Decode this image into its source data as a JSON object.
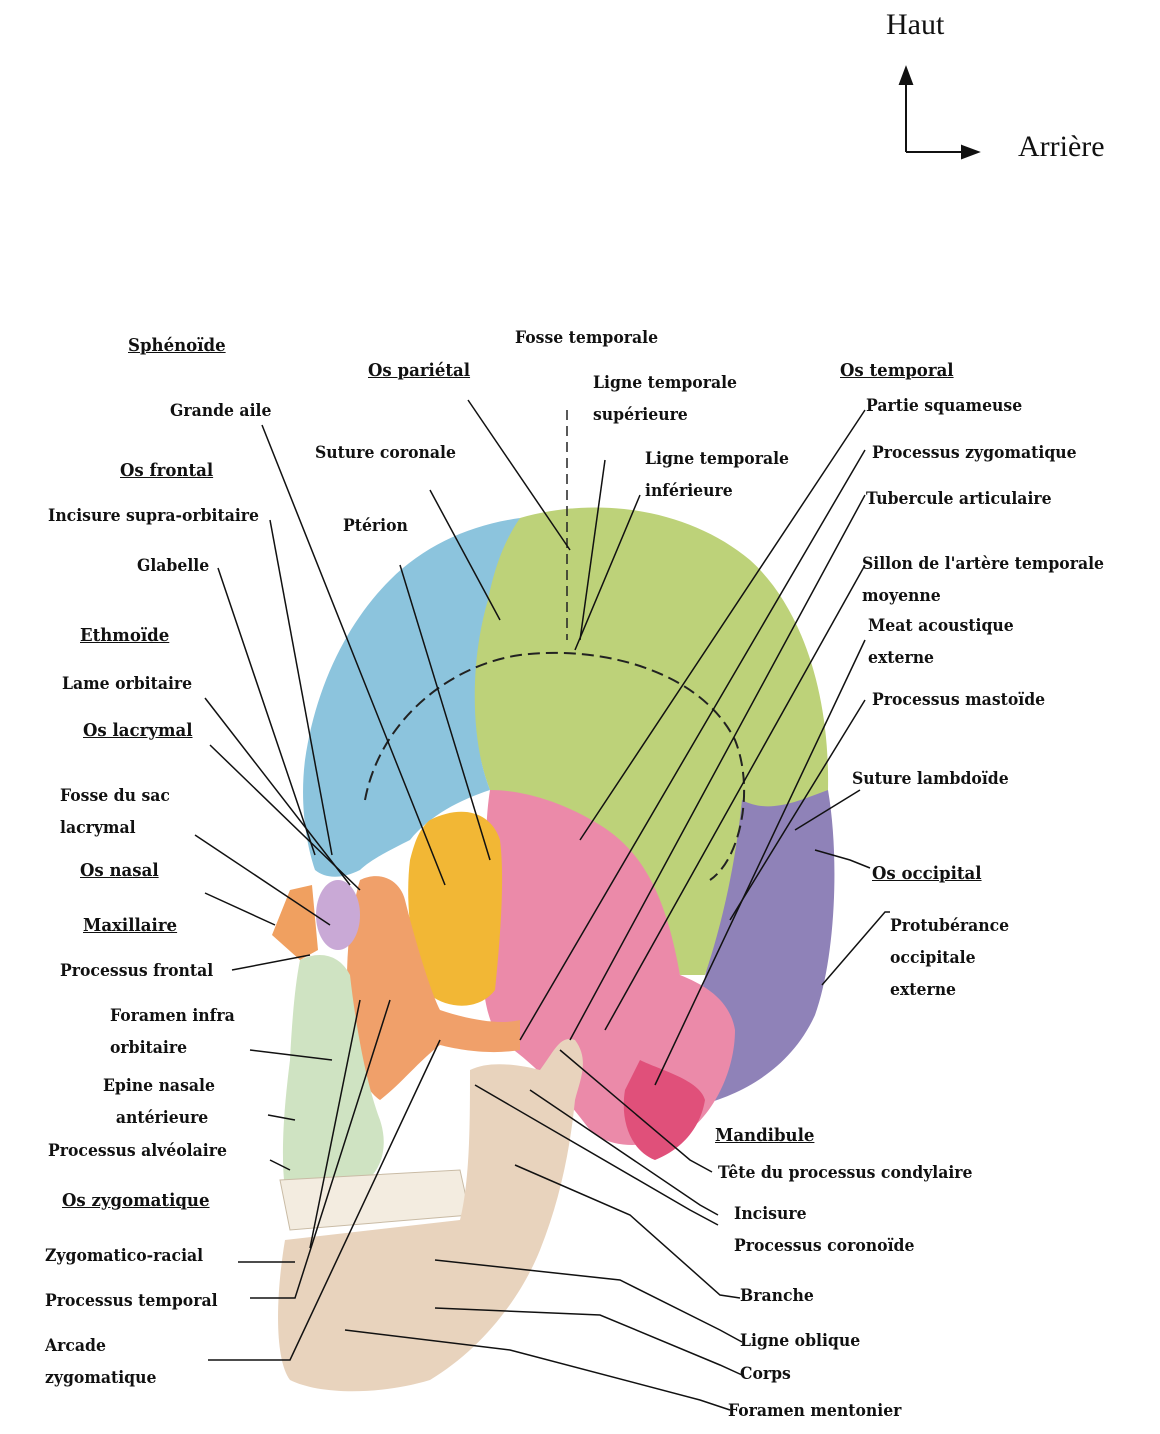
{
  "orientation": {
    "up": "Haut",
    "right": "Arrière"
  },
  "colors": {
    "frontal": "#8cc4dd",
    "parietal": "#bdd279",
    "temporal": "#eb8aa9",
    "occipital": "#8f82b8",
    "sphenoid": "#f2b735",
    "zygomatic": "#f0a06a",
    "maxilla": "#cfe3c2",
    "mandible": "#e8d3bd",
    "nasal": "#f0a060",
    "lacrimal_ethmoid": "#c9a9d6"
  },
  "labels": {
    "sphenoide": "Sphénoïde",
    "grande_aile": "Grande aile",
    "os_frontal": "Os frontal",
    "incisure_supra": "Incisure supra-orbitaire",
    "glabelle": "Glabelle",
    "ethmoide": "Ethmoïde",
    "lame_orbitaire": "Lame orbitaire",
    "os_lacrymal": "Os lacrymal",
    "fosse_sac_1": "Fosse du sac",
    "fosse_sac_2": "lacrymal",
    "os_nasal": "Os nasal",
    "maxillaire": "Maxillaire",
    "processus_frontal": "Processus frontal",
    "foramen_infra_1": "Foramen infra",
    "foramen_infra_2": "orbitaire",
    "epine_nasale_1": "Epine nasale",
    "epine_nasale_2": "antérieure",
    "processus_alveolaire": "Processus alvéolaire",
    "os_zygomatique": "Os zygomatique",
    "zygomatico_facial": "Zygomatico-racial",
    "processus_temporal": "Processus temporal",
    "arcade_1": "Arcade",
    "arcade_2": "zygomatique",
    "os_parietal": "Os pariétal",
    "suture_coronale": "Suture coronale",
    "pterion": "Ptérion",
    "fosse_temporale": "Fosse temporale",
    "ligne_sup_1": "Ligne temporale",
    "ligne_sup_2": "supérieure",
    "ligne_inf_1": "Ligne temporale",
    "ligne_inf_2": "inférieure",
    "os_temporal": "Os temporal",
    "partie_squameuse": "Partie squameuse",
    "processus_zygomatique": "Processus zygomatique",
    "tubercule_articulaire": "Tubercule articulaire",
    "sillon_1": "Sillon de l'artère temporale",
    "sillon_2": "moyenne",
    "meat_1": "Meat acoustique",
    "meat_2": "externe",
    "processus_mastoide": "Processus mastoïde",
    "suture_lambdoide": "Suture lambdoïde",
    "os_occipital": "Os occipital",
    "protuberance_1": "Protubérance",
    "protuberance_2": "occipitale",
    "protuberance_3": "externe",
    "mandibule": "Mandibule",
    "tete_condylaire": "Tête du processus condylaire",
    "incisure": "Incisure",
    "processus_coronoide": "Processus coronoïde",
    "branche": "Branche",
    "ligne_oblique": "Ligne oblique",
    "corps": "Corps",
    "foramen_mentonier": "Foramen mentonier"
  }
}
